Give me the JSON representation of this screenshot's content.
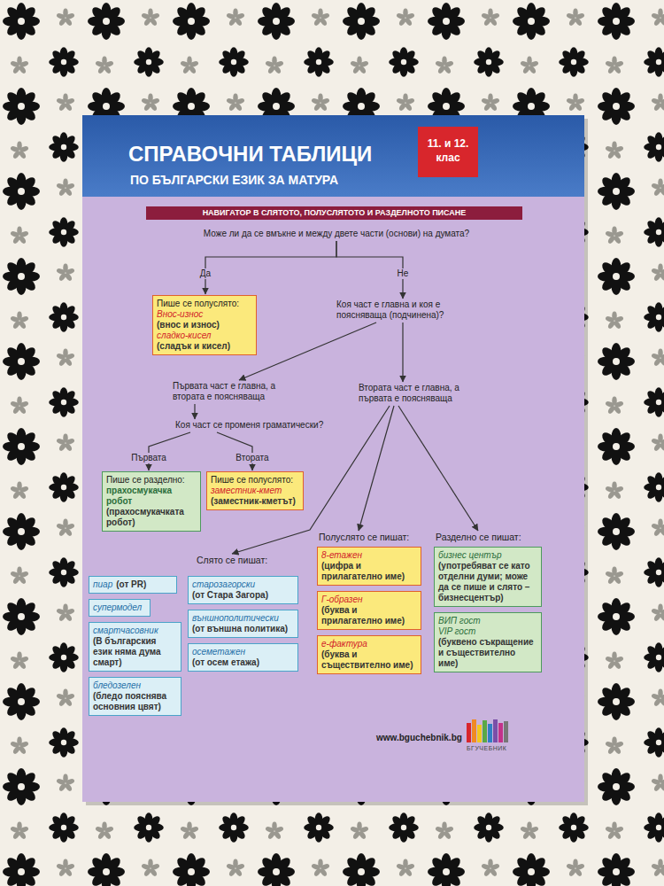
{
  "diagram": {
    "title": "СПРАВОЧНИ ТАБЛИЦИ",
    "nodes": [
      {
        "text": [
          "11. и 12. клас"
        ]
      },
      {
        "text": [
          "НАВИГАТОР В СЛЯТОТО, ПОЛУСЛЯТОТО И РАЗДЕЛНОТО ПИСАНЕ"
        ]
      },
      {
        "text": [
          "Може ли да се вмъкне и между двете части (основи) на думата?"
        ]
      },
      {
        "text": [
          "Пише се полуслято:",
          "Внос-износ",
          "(внос и износ)",
          "сладко-кисел",
          "(сладък и кисел)"
        ]
      },
      {
        "text": [
          "Коя част е главна и коя е поясняваща (подчинена)?"
        ]
      },
      {
        "text": [
          "Първата част е главна, а втората е поясняваща"
        ]
      },
      {
        "text": [
          "Втората част е главна, а първата е поясняваща"
        ]
      },
      {
        "text": [
          "Коя част се променя граматически?"
        ]
      },
      {
        "text": [
          "Пише се разделно:",
          "прахосмукачка робот",
          "(прахосмукачката робот)"
        ]
      },
      {
        "text": [
          "Пише се полуслято:",
          "заместник-кмет",
          "(заместник-кметът)"
        ]
      },
      {
        "text": [
          "Слято се пишат:"
        ]
      },
      {
        "text": [
          "Полуслято се пишат:"
        ]
      },
      {
        "text": [
          "Разделно се пишат:"
        ]
      },
      {
        "text": [
          "пиар",
          "(от PR)"
        ]
      },
      {
        "text": [
          "супермодел"
        ]
      },
      {
        "text": [
          "смартчасовник",
          "(В българския език няма дума смарт)"
        ]
      },
      {
        "text": [
          "бледозелен",
          "(бледо пояснява основния цвят)"
        ]
      },
      {
        "text": [
          "старозагорски",
          "(от Стара Загора)"
        ]
      },
      {
        "text": [
          "външнополитически",
          "(от външна политика)"
        ]
      },
      {
        "text": [
          "осеметажен",
          "(от осем етажа)"
        ]
      },
      {
        "text": [
          "8-етажен",
          "(цифра и прилагателно име)"
        ]
      },
      {
        "text": [
          "Г-образен",
          "(буква и прилагателно име)"
        ]
      },
      {
        "text": [
          "е-фактура",
          "(буква и съществително име)"
        ]
      },
      {
        "text": [
          "бизнес център",
          "(употребяват се като отделни думи; може да се пише и слято – бизнесцентър)"
        ]
      },
      {
        "text": [
          "ВИП гост",
          "VIP гост",
          "(буквено съкращение и съществително име)"
        ]
      }
    ],
    "edges": [
      {
        "from": 2,
        "to": 3,
        "label": "Да",
        "arrow": "to"
      },
      {
        "from": 2,
        "to": 4,
        "label": "Не",
        "arrow": "to"
      },
      {
        "from": 4,
        "to": 5,
        "arrow": "to"
      },
      {
        "from": 4,
        "to": 6,
        "arrow": "to"
      },
      {
        "from": 5,
        "to": 7,
        "arrow": "to"
      },
      {
        "from": 7,
        "to": 8,
        "label": "Първата",
        "arrow": "to"
      },
      {
        "from": 7,
        "to": 9,
        "label": "Втората",
        "arrow": "to"
      },
      {
        "from": 6,
        "to": 10,
        "arrow": "to"
      },
      {
        "from": 6,
        "to": 11,
        "arrow": "to"
      },
      {
        "from": 6,
        "to": 12,
        "arrow": "to"
      }
    ],
    "labels": [
      "ПО БЪЛГАРСКИ ЕЗИК ЗА МАТУРА",
      "www.bguchebnik.bg",
      "БГУЧЕБНИК"
    ]
  }
}
